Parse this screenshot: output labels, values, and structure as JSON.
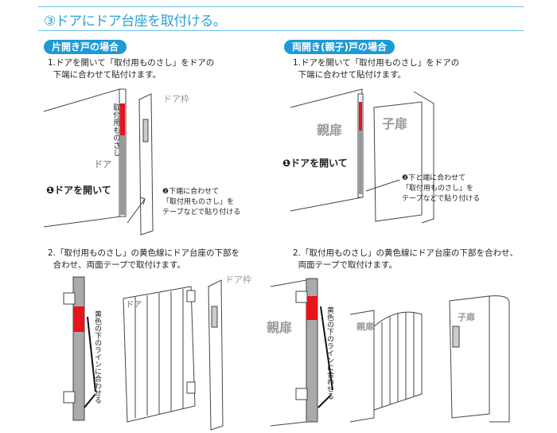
{
  "title": "③ドアにドア台座を取付ける。",
  "single": {
    "heading": "片開き戸の場合",
    "step1": "1.ドアを開いて「取付用ものさし」をドアの\n  下端に合わせて貼付けます。",
    "label_frame": "ドア枠",
    "label_ruler": "取付用ものさし",
    "label_door": "ドア",
    "label_open": "❶ドアを開いて",
    "label_attach": "❷下端に合わせて\n「取付用ものさし」を\nテープなどで貼り付ける",
    "step2": "2.「取付用ものさし」の黄色線にドア台座の下部を\n  合わせ、両面テープで取付けます。",
    "label_align": "黄色の下のラインに合わせる",
    "label_door2": "ドア",
    "label_frame2": "ドア枠"
  },
  "double": {
    "heading": "両開き(親子)戸の場合",
    "step1": "1.ドアを開いて「取付用ものさし」をドアの\n  下端に合わせて貼付けます。",
    "label_parent": "親扉",
    "label_child": "子扉",
    "label_open": "❶ドアを開いて",
    "label_attach": "❷下と端に合わせて\n「取付用ものさし」を\nテープなどで貼り付ける",
    "step2": "2.「取付用ものさし」の黄色線にドア台座の下部を合わせ、\n  両面テープで取付けます。",
    "label_align": "黄色の下のラインに合わせる",
    "label_parent2": "親扉",
    "label_parent3": "親扉",
    "label_child2": "子扉"
  },
  "colors": {
    "accent": "#1e9ad6",
    "ruler_red": "#e8141c",
    "ruler_gray": "#999999"
  }
}
